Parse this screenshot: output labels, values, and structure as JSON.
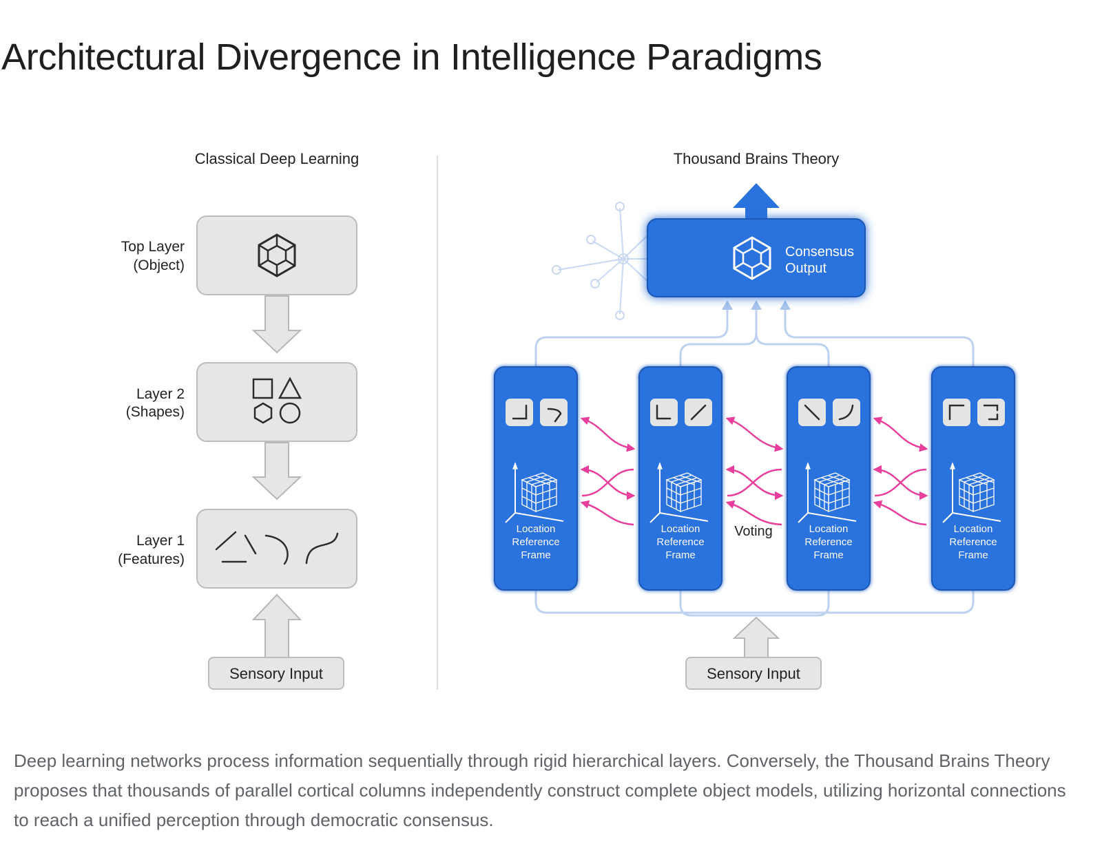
{
  "title": "Architectural Divergence in Intelligence Paradigms",
  "diagram": {
    "left": {
      "heading": "Classical Deep Learning",
      "layers": [
        {
          "label_line1": "Top Layer",
          "label_line2": "(Object)"
        },
        {
          "label_line1": "Layer 2",
          "label_line2": "(Shapes)"
        },
        {
          "label_line1": "Layer 1",
          "label_line2": "(Features)"
        }
      ],
      "input": "Sensory Input"
    },
    "right": {
      "heading": "Thousand Brains Theory",
      "output_line1": "Consensus",
      "output_line2": "Output",
      "columns": [
        {
          "line1": "Location",
          "line2": "Reference",
          "line3": "Frame"
        },
        {
          "line1": "Location",
          "line2": "Reference",
          "line3": "Frame"
        },
        {
          "line1": "Location",
          "line2": "Reference",
          "line3": "Frame"
        },
        {
          "line1": "Location",
          "line2": "Reference",
          "line3": "Frame"
        }
      ],
      "voting_label": "Voting",
      "input": "Sensory Input"
    },
    "colors": {
      "grey_box": "#e6e6e6",
      "column_blue": "#2a72de",
      "vote_pink": "#e83e9c",
      "connector_blue": "#bcd2ef"
    },
    "icons": [
      "cube-icon",
      "shapes-icon",
      "feature-lines-icon",
      "grid-cube-icon",
      "neuron-icon",
      "feature-tile-icon"
    ]
  },
  "caption": "Deep learning networks process information sequentially through rigid hierarchical layers. Conversely, the Thousand Brains Theory proposes that thousands of parallel cortical columns independently construct complete object models, utilizing horizontal connections to reach a unified perception through democratic consensus."
}
